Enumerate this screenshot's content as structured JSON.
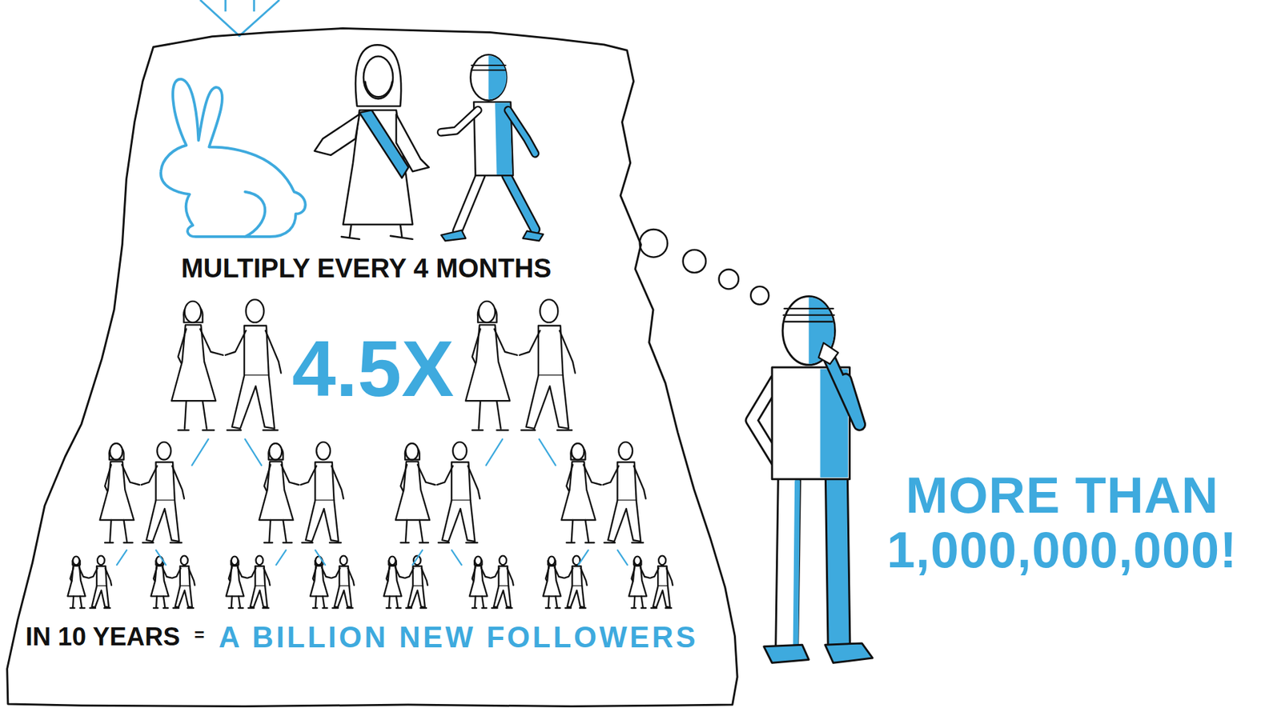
{
  "diagram": {
    "nodes": [
      {
        "text": [
          "MULTIPLY EVERY 4 MONTHS",
          "4.5X",
          "IN 10 YEARS",
          "=",
          "A BILLION NEW FOLLOWERS"
        ]
      }
    ],
    "labels": [
      "MORE THAN 1,000,000,000!"
    ]
  }
}
